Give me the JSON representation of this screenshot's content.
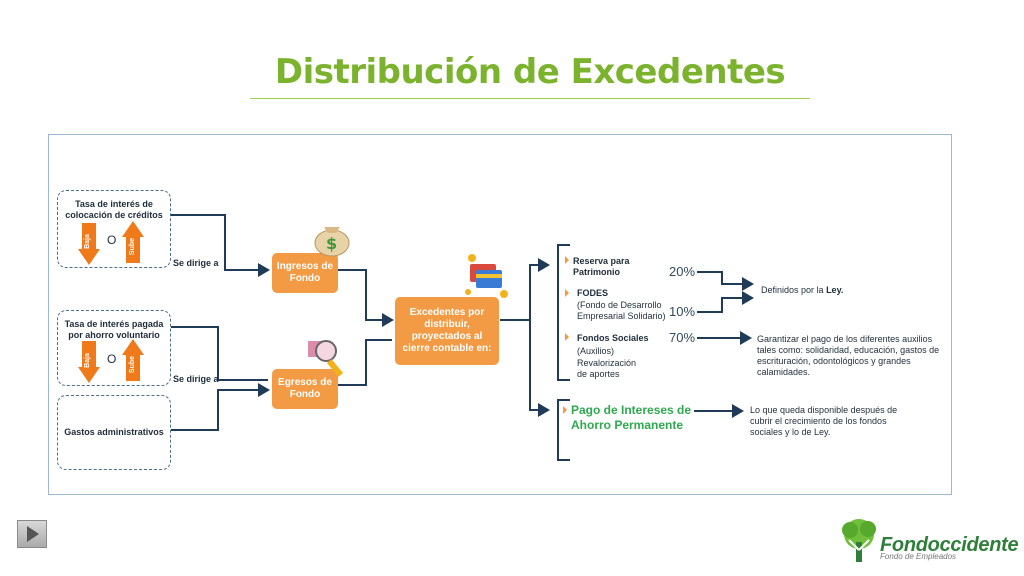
{
  "title": "Distribución de Excedentes",
  "left": {
    "box1_title": "Tasa de interés de colocación de créditos",
    "box2_title": "Tasa de interés pagada por ahorro voluntario",
    "box3_title": "Gastos administrativos",
    "baja": "Baja",
    "sube": "Sube",
    "o": "O",
    "se_dirige_1": "Se dirige a",
    "se_dirige_2": "Se dirige a"
  },
  "middle": {
    "ingresos": "Ingresos de Fondo",
    "egresos": "Egresos de Fondo",
    "excedentes": "Excedentes por distribuir, proyectados al cierre contable en:"
  },
  "right": {
    "reserva": "Reserva para Patrimonio",
    "fodes": "FODES",
    "fodes_sub": "(Fondo de Desarrollo Empresarial Solidario)",
    "fondos": "Fondos Sociales",
    "fondos_sub1": "(Auxilios)",
    "fondos_sub2": "Revalorización de aportes",
    "pago": "Pago de Intereses de Ahorro Permanente",
    "pct1": "20%",
    "pct2": "10%",
    "pct3": "70%",
    "definidos_pre": "Definidos por la",
    "definidos_ley": "Ley.",
    "garantizar": "Garantizar el pago de los diferentes auxilios tales como: solidaridad, educación, gastos de escrituración, odontológicos y grandes calamidades.",
    "queda": "Lo que queda disponible después de cubrir el crecimiento de los fondos sociales y lo de Ley."
  },
  "footer": {
    "logo_name": "Fondoccidente",
    "logo_sub": "Fondo de Empleados"
  },
  "colors": {
    "title_green": "#7cb32e",
    "orange": "#f39a44",
    "navy": "#1f3b57",
    "logo_green": "#2f7f3b"
  }
}
